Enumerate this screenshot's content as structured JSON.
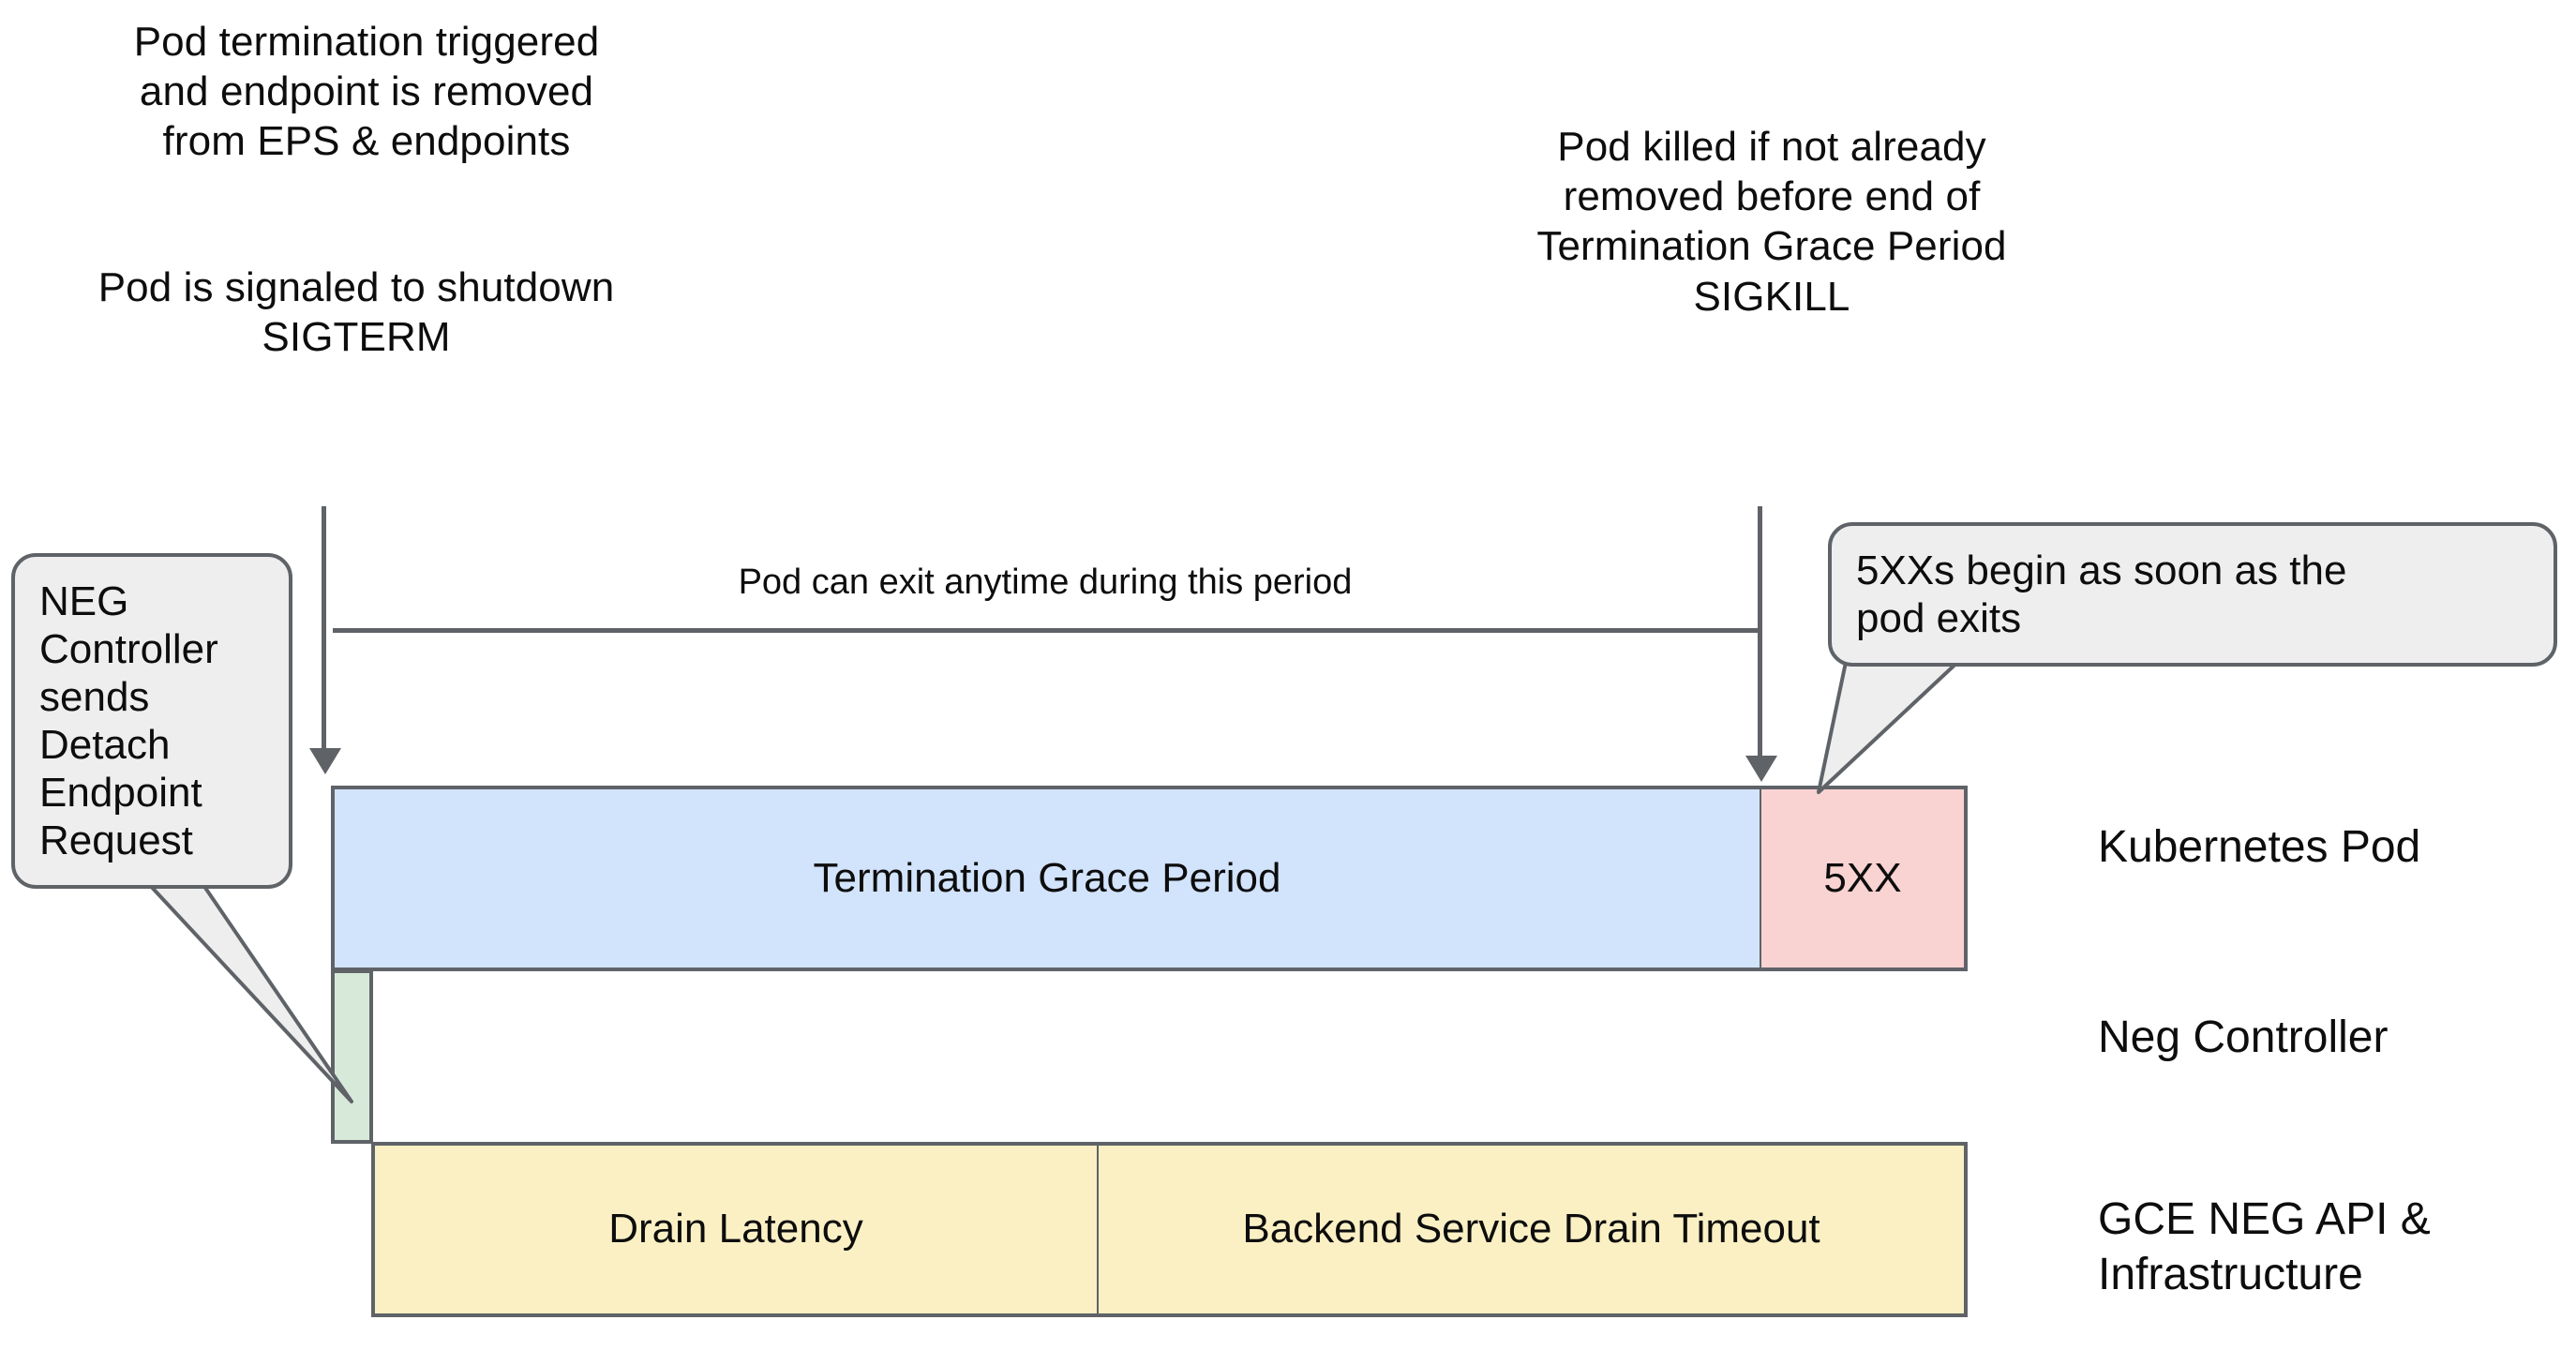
{
  "diagram": {
    "title_absent": true,
    "background_color": "#ffffff",
    "stroke_color": "#5f6368",
    "text_color": "#0d0d0d"
  },
  "annotations": {
    "pod_termination_triggered": "Pod termination triggered\nand endpoint is removed\nfrom EPS & endpoints",
    "pod_signaled_shutdown": "Pod is signaled to shutdown\nSIGTERM",
    "pod_killed": "Pod killed if not already\nremoved before end of\nTermination Grace Period\nSIGKILL",
    "pod_can_exit": "Pod can exit anytime during this period"
  },
  "callouts": [
    {
      "id": "neg-controller-detach",
      "text": "NEG\nController\nsends\nDetach\nEndpoint\nRequest",
      "fill": "#eeeeee",
      "points_to": "neg-controller-bar"
    },
    {
      "id": "5xx-begin",
      "text": "5XXs begin as soon as the\npod exits",
      "fill": "#eeeeee",
      "points_to": "5xx-bar"
    }
  ],
  "timeline": {
    "lanes": [
      {
        "id": "kubernetes-pod",
        "label": "Kubernetes Pod"
      },
      {
        "id": "neg-controller",
        "label": "Neg Controller"
      },
      {
        "id": "gce-neg-api",
        "label": "GCE NEG API &\nInfrastructure"
      }
    ],
    "bars": [
      {
        "id": "termination-grace-period",
        "lane": "kubernetes-pod",
        "label": "Termination Grace Period",
        "fill": "#d2e3fc"
      },
      {
        "id": "5xx",
        "lane": "kubernetes-pod",
        "label": "5XX",
        "fill": "#f9d2d2"
      },
      {
        "id": "neg-controller-bar",
        "lane": "neg-controller",
        "label": "",
        "fill": "#d7ead9"
      },
      {
        "id": "drain-latency",
        "lane": "gce-neg-api",
        "label": "Drain Latency",
        "fill": "#fbf0c4"
      },
      {
        "id": "backend-service-drain-timeout",
        "lane": "gce-neg-api",
        "label": "Backend Service Drain Timeout",
        "fill": "#fbf0c4"
      }
    ]
  }
}
